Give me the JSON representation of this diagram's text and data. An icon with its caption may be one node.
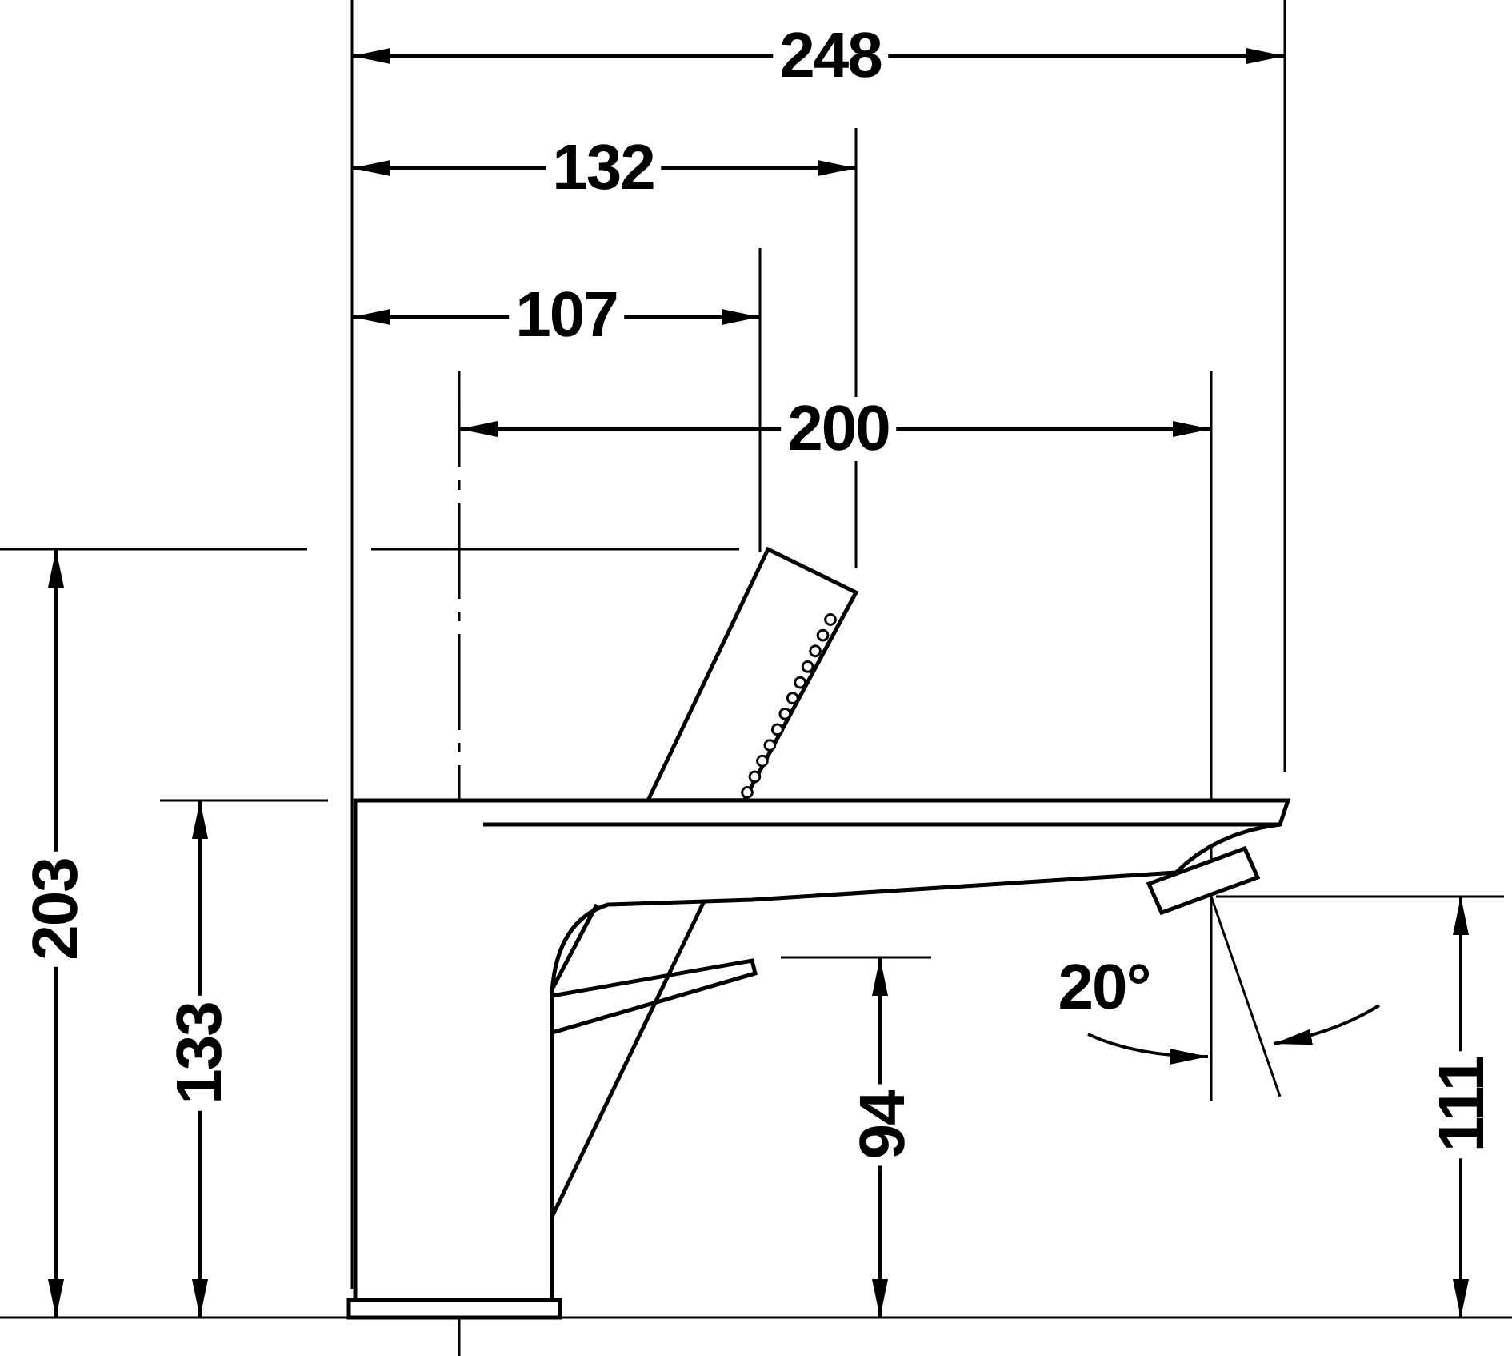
{
  "diagram": {
    "labels": [
      "248",
      "132",
      "107",
      "200",
      "203",
      "20°",
      "133",
      "94",
      "111"
    ]
  }
}
